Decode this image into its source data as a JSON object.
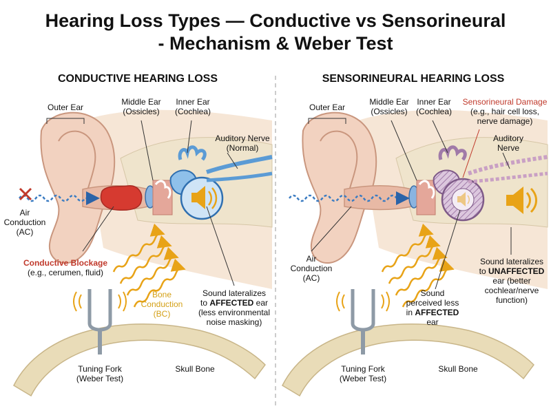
{
  "title": {
    "line1": "Hearing Loss Types — Conductive vs Sensorineural",
    "line2": "- Mechanism & Weber Test"
  },
  "colors": {
    "ear_skin": "#f2d2c0",
    "ear_outline": "#c9967e",
    "blockage": "#d63a30",
    "cochlea": "#5b9bd5",
    "damage": "#b98bb0",
    "bone": "#e9dcb8",
    "sound": "#e8a317",
    "air_wave": "#3b7cc2",
    "x_mark": "#c0392b"
  },
  "conductive": {
    "heading": "CONDUCTIVE HEARING LOSS",
    "outer_ear": "Outer Ear",
    "middle_ear": [
      "Middle Ear",
      "(Ossicles)"
    ],
    "inner_ear": [
      "Inner Ear",
      "(Cochlea)"
    ],
    "auditory_nerve": [
      "Auditory Nerve",
      "(Normal)"
    ],
    "air_conduction": [
      "Air",
      "Conduction",
      "(AC)"
    ],
    "blockage": [
      "Conductive Blockage",
      "(e.g., cerumen, fluid)"
    ],
    "bone_conduction": [
      "Bone",
      "Conduction",
      "(BC)"
    ],
    "lateralize": {
      "line1": "Sound lateralizes",
      "line2_pre": "to ",
      "line2_bold": "AFFECTED",
      "line2_post": " ear",
      "line3": "(less environmental",
      "line4": "noise masking)"
    },
    "tuning_fork": [
      "Tuning Fork",
      "(Weber Test)"
    ],
    "skull_bone": "Skull Bone"
  },
  "sensorineural": {
    "heading": "SENSORINEURAL HEARING LOSS",
    "outer_ear": "Outer Ear",
    "middle_ear": [
      "Middle Ear",
      "(Ossicles)"
    ],
    "inner_ear": [
      "Inner Ear",
      "(Cochlea)"
    ],
    "damage": [
      "Sensorineural Damage",
      "(e.g., hair cell loss,",
      "nerve damage)"
    ],
    "auditory_nerve": [
      "Auditory",
      "Nerve"
    ],
    "air_conduction": [
      "Air",
      "Conduction",
      "(AC)"
    ],
    "perceived": {
      "line1": "Sound",
      "line2": "perceived less",
      "line3_pre": "in ",
      "line3_bold": "AFFECTED",
      "line4": "ear"
    },
    "lateralize": {
      "line1": "Sound lateralizes",
      "line2_pre": "to ",
      "line2_bold": "UNAFFECTED",
      "line3": "ear (better",
      "line4": "cochlear/nerve",
      "line5": "function)"
    },
    "tuning_fork": [
      "Tuning Fork",
      "(Weber Test)"
    ],
    "skull_bone": "Skull Bone"
  }
}
